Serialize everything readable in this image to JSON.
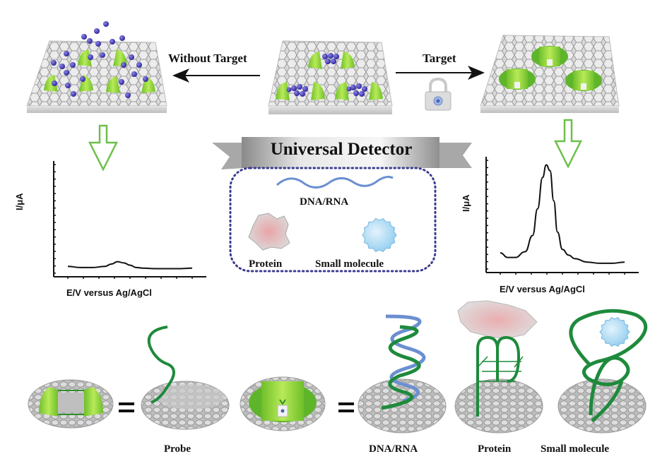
{
  "top_row": {
    "without_target_label": "Without Target",
    "target_label": "Target",
    "lock_icon": "padlock-icon",
    "panels": [
      {
        "id": "left",
        "state": "released",
        "description": "Graphene sheet with opened gates and scattered redox cargo"
      },
      {
        "id": "center",
        "state": "loaded",
        "description": "Graphene sheet with gates holding redox cargo"
      },
      {
        "id": "right",
        "state": "locked",
        "description": "Graphene sheet with closed gates"
      }
    ]
  },
  "center_box": {
    "banner_title": "Universal Detector",
    "items": [
      {
        "label": "DNA/RNA",
        "icon": "dna-strand-icon"
      },
      {
        "label": "Protein",
        "icon": "protein-structure-icon"
      },
      {
        "label": "Small molecule",
        "icon": "small-molecule-icon"
      }
    ],
    "colors": {
      "dotted_border": "#3b3b8f",
      "dna": "#6b8fd0",
      "small_molecule": "#a9d6f0",
      "protein": "#e0b8b8"
    }
  },
  "bottom_row": {
    "equals_symbol": "=",
    "labels": {
      "probe": "Probe",
      "dna_rna": "DNA/RNA",
      "protein": "Protein",
      "small_molecule": "Small molecule"
    },
    "colors": {
      "probe_strand": "#1e8a3c",
      "gate": "#8fd12b",
      "target_strand": "#6b8fd0"
    }
  },
  "chart_data": [
    {
      "type": "line",
      "title": "",
      "xlabel": "E/V versus Ag/AgCl",
      "ylabel": "I/μA",
      "x_ticks": 9,
      "y_ticks": 16,
      "xlim": [
        0,
        1
      ],
      "ylim": [
        0,
        1
      ],
      "grid": false,
      "series": [
        {
          "name": "Without Target",
          "x": [
            0.0,
            0.1,
            0.2,
            0.3,
            0.35,
            0.4,
            0.45,
            0.5,
            0.55,
            0.6,
            0.7,
            0.8,
            0.9,
            1.0
          ],
          "y": [
            0.09,
            0.08,
            0.08,
            0.09,
            0.11,
            0.13,
            0.12,
            0.1,
            0.08,
            0.075,
            0.07,
            0.07,
            0.07,
            0.075
          ]
        }
      ]
    },
    {
      "type": "line",
      "title": "",
      "xlabel": "E/V versus Ag/AgCl",
      "ylabel": "I/μA",
      "x_ticks": 9,
      "y_ticks": 16,
      "xlim": [
        0,
        1
      ],
      "ylim": [
        0,
        1
      ],
      "grid": false,
      "series": [
        {
          "name": "Target",
          "x": [
            0.0,
            0.06,
            0.12,
            0.2,
            0.26,
            0.3,
            0.34,
            0.37,
            0.4,
            0.43,
            0.46,
            0.5,
            0.55,
            0.6,
            0.7,
            0.8,
            0.9,
            1.0
          ],
          "y": [
            0.17,
            0.13,
            0.13,
            0.18,
            0.32,
            0.55,
            0.82,
            0.93,
            0.88,
            0.62,
            0.35,
            0.2,
            0.15,
            0.12,
            0.09,
            0.08,
            0.08,
            0.09
          ]
        }
      ]
    }
  ]
}
